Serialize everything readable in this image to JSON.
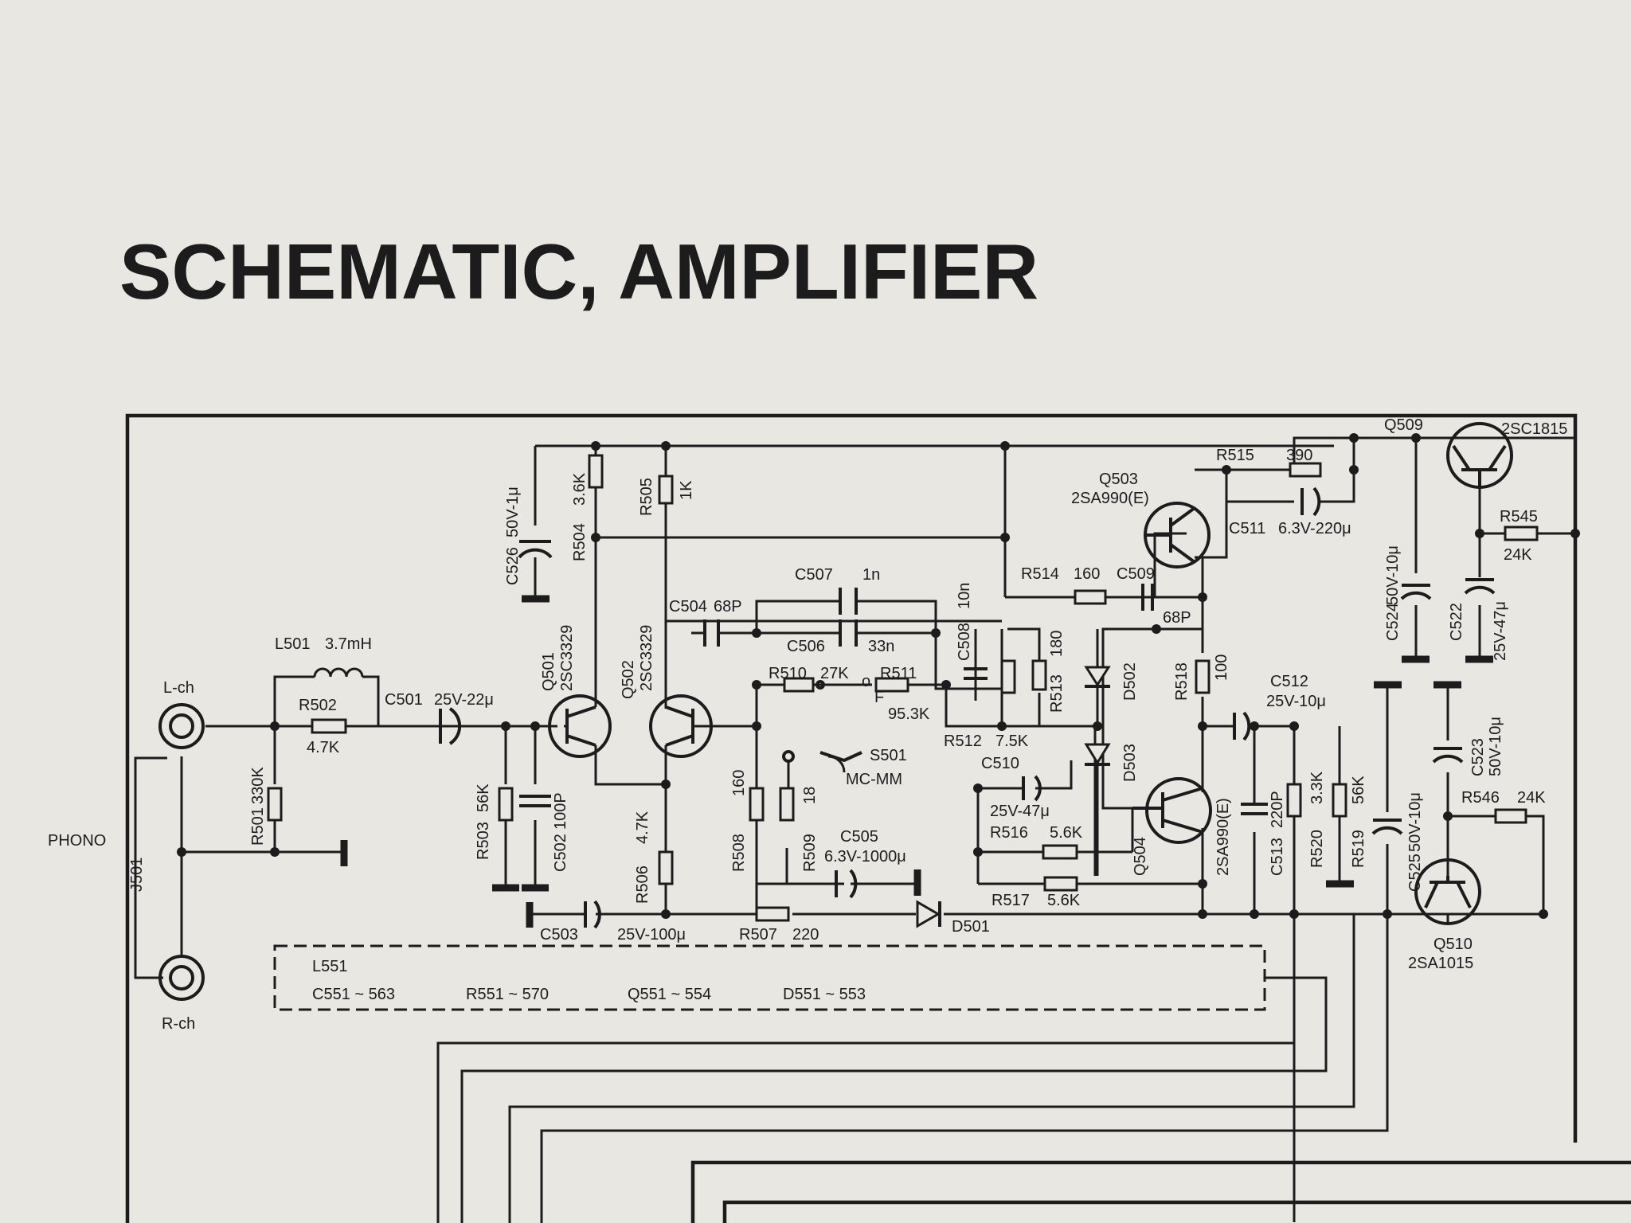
{
  "title": "SCHEMATIC, AMPLIFIER",
  "inputs": {
    "phono": "PHONO",
    "jack": "J501",
    "left": "L-ch",
    "right": "R-ch"
  },
  "components": [
    {
      "ref": "L501",
      "value": "3.7mH"
    },
    {
      "ref": "R502",
      "value": "4.7K"
    },
    {
      "ref": "R501",
      "value": "330K"
    },
    {
      "ref": "C501",
      "value": "25V-22μ"
    },
    {
      "ref": "R503",
      "value": "56K"
    },
    {
      "ref": "C502",
      "value": "100P"
    },
    {
      "ref": "C526",
      "value": "50V-1μ"
    },
    {
      "ref": "R504",
      "value": "3.6K"
    },
    {
      "ref": "Q501",
      "value": "2SC3329"
    },
    {
      "ref": "R505",
      "value": "1K"
    },
    {
      "ref": "Q502",
      "value": "2SC3329"
    },
    {
      "ref": "R506",
      "value": "4.7K"
    },
    {
      "ref": "C503",
      "value": "25V-100μ"
    },
    {
      "ref": "R507",
      "value": "220"
    },
    {
      "ref": "D501",
      "value": ""
    },
    {
      "ref": "C504",
      "value": "68P"
    },
    {
      "ref": "C507",
      "value": "1n"
    },
    {
      "ref": "C506",
      "value": "33n"
    },
    {
      "ref": "C508",
      "value": "10n"
    },
    {
      "ref": "R510",
      "value": "27K"
    },
    {
      "ref": "R511",
      "value": "95.3K"
    },
    {
      "ref": "R512",
      "value": "7.5K"
    },
    {
      "ref": "R513",
      "value": "180"
    },
    {
      "ref": "S501",
      "value": "MC-MM"
    },
    {
      "ref": "R508",
      "value": "160"
    },
    {
      "ref": "R509",
      "value": "18"
    },
    {
      "ref": "C505",
      "value": "6.3V-1000μ"
    },
    {
      "ref": "C510",
      "value": "25V-47μ"
    },
    {
      "ref": "R516",
      "value": "5.6K"
    },
    {
      "ref": "R517",
      "value": "5.6K"
    },
    {
      "ref": "R514",
      "value": "160"
    },
    {
      "ref": "C509",
      "value": "68P"
    },
    {
      "ref": "R515",
      "value": "390"
    },
    {
      "ref": "C511",
      "value": "6.3V-220μ"
    },
    {
      "ref": "Q503",
      "value": "2SA990(E)"
    },
    {
      "ref": "D502",
      "value": ""
    },
    {
      "ref": "D503",
      "value": ""
    },
    {
      "ref": "R518",
      "value": "100"
    },
    {
      "ref": "Q504",
      "value": "2SA990(E)"
    },
    {
      "ref": "C512",
      "value": "25V-10μ"
    },
    {
      "ref": "C513",
      "value": "220P"
    },
    {
      "ref": "R520",
      "value": "3.3K"
    },
    {
      "ref": "R519",
      "value": "56K"
    },
    {
      "ref": "Q509",
      "value": "2SC1815"
    },
    {
      "ref": "R545",
      "value": "24K"
    },
    {
      "ref": "C524",
      "value": "50V-10μ"
    },
    {
      "ref": "C522",
      "value": "25V-47μ"
    },
    {
      "ref": "C525",
      "value": "50V-10μ"
    },
    {
      "ref": "C523",
      "value": "50V-10μ"
    },
    {
      "ref": "R546",
      "value": "24K"
    },
    {
      "ref": "Q510",
      "value": "2SA1015"
    }
  ],
  "switch_marks": {
    "mm": "F",
    "mc": "o"
  },
  "rch_block": {
    "ref": "L551",
    "caps": "C551 ~ 563",
    "resistors": "R551 ~ 570",
    "transistors": "Q551 ~ 554",
    "diodes": "D551 ~ 553"
  }
}
